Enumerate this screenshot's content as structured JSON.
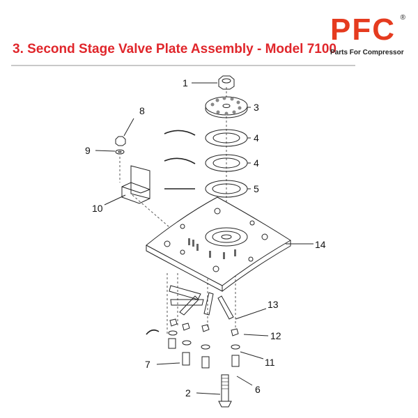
{
  "header": {
    "title": "3. Second Stage Valve Plate Assembly - Model 7100"
  },
  "logo": {
    "letters": "PFC",
    "registered": "®",
    "tagline": "Parts For Compressor",
    "color": "#e53b1f"
  },
  "colors": {
    "title": "#e0262b"
  },
  "callouts": [
    "1",
    "3",
    "4",
    "4",
    "5",
    "8",
    "9",
    "10",
    "14",
    "13",
    "12",
    "11",
    "7",
    "6",
    "2"
  ]
}
